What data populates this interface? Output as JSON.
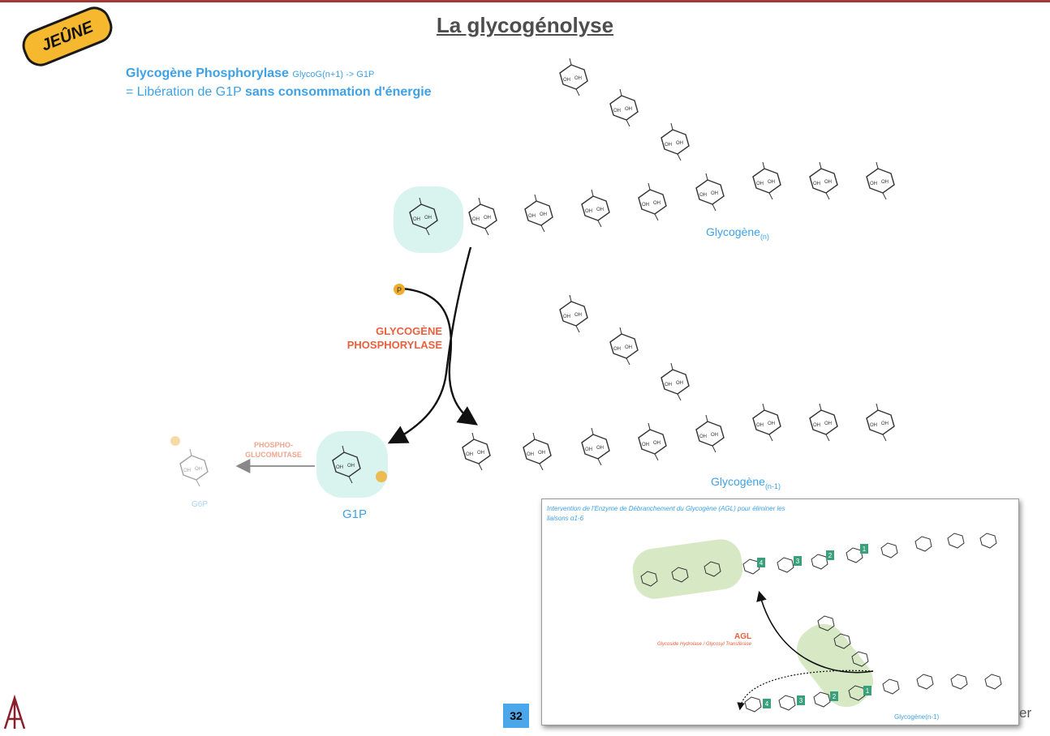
{
  "slide": {
    "title": "La glycogénolyse",
    "badge": "JEÛNE",
    "enzyme_name": "Glycogène Phosphorylase",
    "enzyme_reaction": "GlycoG(n+1) -> G1P",
    "line2_prefix": "= Libération de G1P",
    "line2_bold": "sans consommation d'énergie",
    "page_number": "32",
    "corner_text": "er"
  },
  "diagram": {
    "glycogen_n_base": "Glycogène",
    "glycogen_n_sub": "(n)",
    "glycogen_n1_base": "Glycogène",
    "glycogen_n1_sub": "(n-1)",
    "phosphate_symbol": "P",
    "enzyme_line1": "GLYCOGÈNE",
    "enzyme_line2": "PHOSPHORYLASE",
    "mutase_line1": "PHOSPHO-",
    "mutase_line2": "GLUCOMUTASE",
    "g1p": "G1P",
    "g6p": "G6P"
  },
  "inset": {
    "caption": "Intervention de l'Enzyme de Débranchement du Glycogène (AGL) pour éliminer les liaisons α1-6",
    "agl": "AGL",
    "agl_detail": "Glycoside Hydrolase / Glycosyl Transférase",
    "glycogen_label": "Glycogène(n-1)",
    "numbers_top": [
      "4",
      "3",
      "2",
      "1"
    ],
    "numbers_bottom": [
      "4",
      "3",
      "2",
      "1"
    ]
  },
  "colors": {
    "accent_blue": "#3ea1e6",
    "enzyme_red": "#ea5f3e",
    "badge_yellow": "#f5b82e",
    "highlight_teal": "#d9f4ef",
    "highlight_green": "#d6e9c4",
    "number_box": "#3aa07c"
  }
}
